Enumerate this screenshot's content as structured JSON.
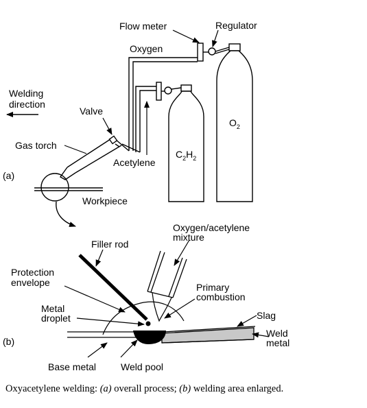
{
  "labels": {
    "flow_meter": "Flow meter",
    "regulator": "Regulator",
    "oxygen": "Oxygen",
    "welding": "Welding",
    "direction": "direction",
    "valve": "Valve",
    "gas_torch": "Gas torch",
    "acetylene": "Acetylene",
    "c2h2_c": "C",
    "c2h2_sub1": "2",
    "c2h2_h": "H",
    "c2h2_sub2": "2",
    "o2_o": "O",
    "o2_sub": "2",
    "part_a": "(a)",
    "workpiece": "Workpiece",
    "oxy_mix_1": "Oxygen/acetylene",
    "oxy_mix_2": "mixture",
    "filler_rod": "Filler rod",
    "protection_1": "Protection",
    "protection_2": "envelope",
    "primary_1": "Primary",
    "primary_2": "combustion",
    "metal_1": "Metal",
    "metal_2": "droplet",
    "slag": "Slag",
    "weld_1": "Weld",
    "weld_2": "metal",
    "part_b": "(b)",
    "base_metal": "Base metal",
    "weld_pool": "Weld pool"
  },
  "caption": {
    "prefix": "Oxyacetylene welding: ",
    "a": "(a)",
    "middle": " overall process; ",
    "b": "(b)",
    "suffix": " welding area enlarged."
  }
}
